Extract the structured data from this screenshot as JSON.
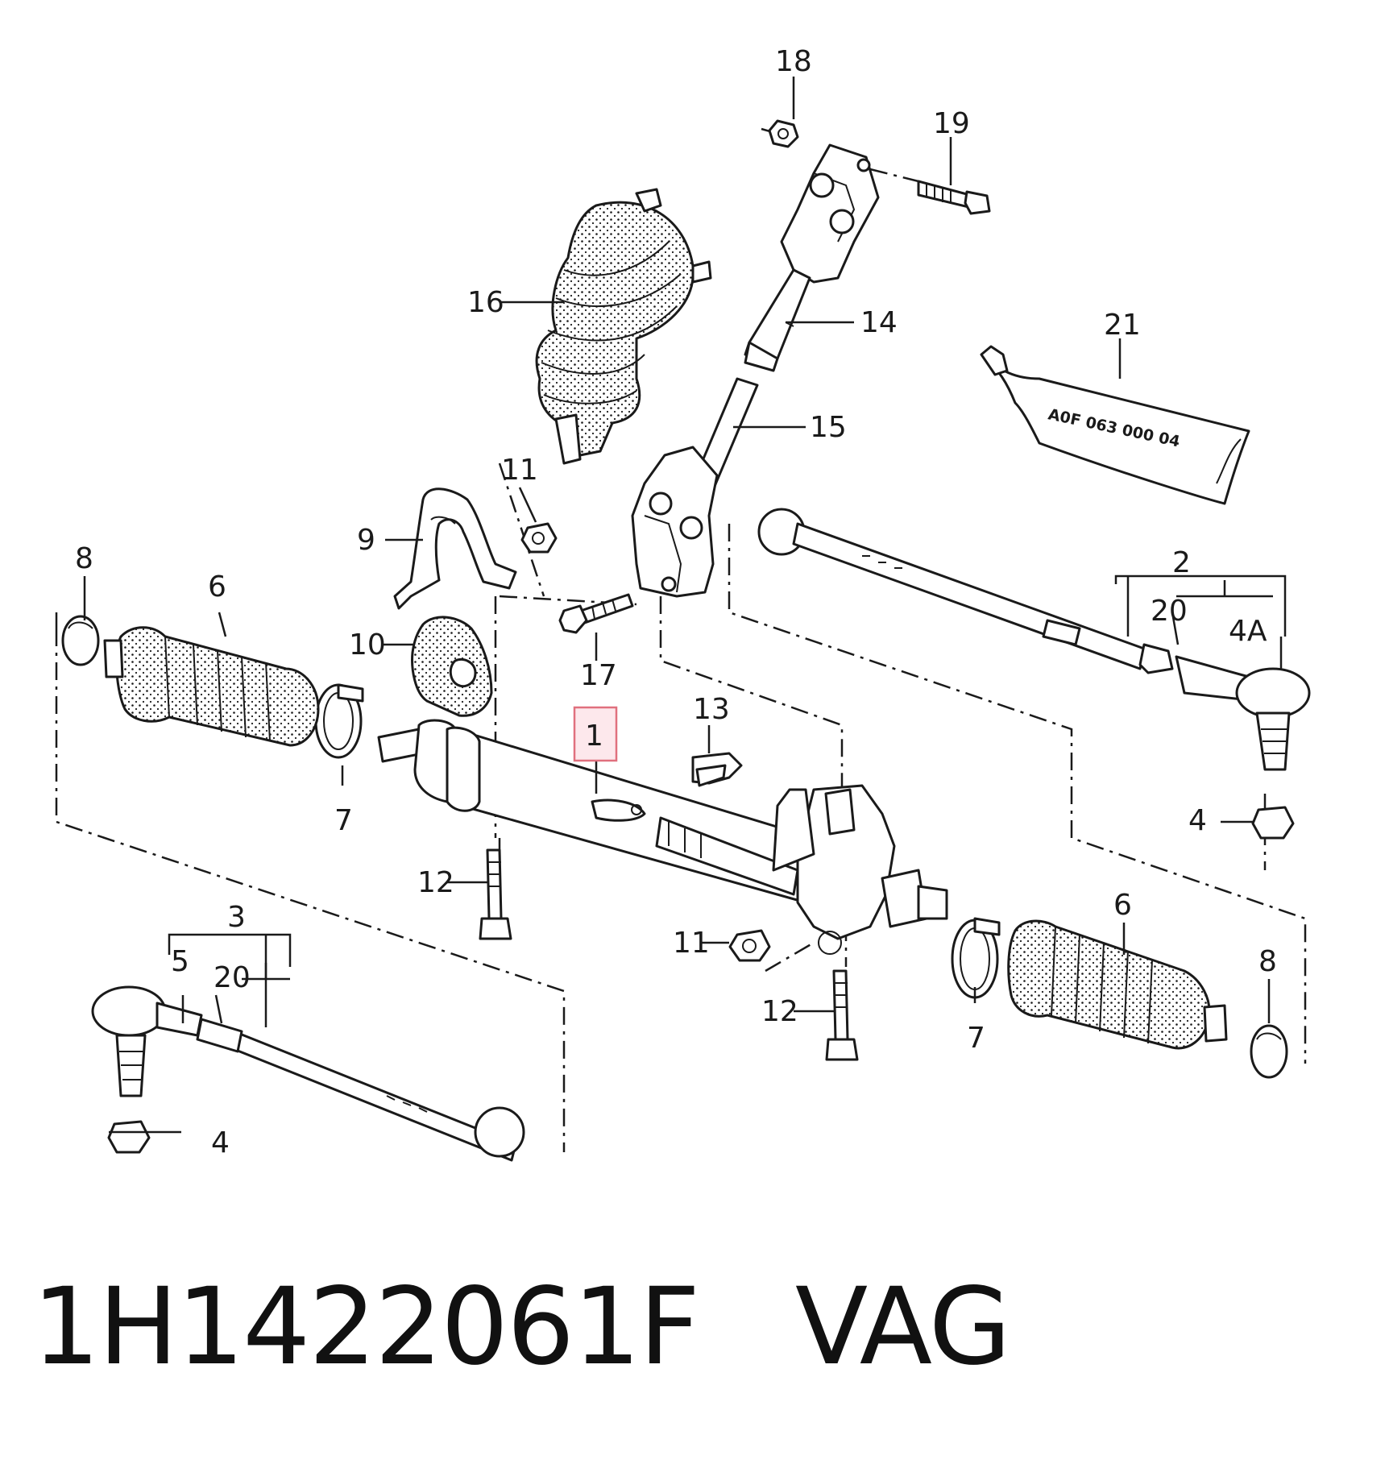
{
  "callouts": {
    "c1": "1",
    "c2": "2",
    "c3": "3",
    "c4a": "4",
    "c4b": "4",
    "c4A": "4A",
    "c5": "5",
    "c6a": "6",
    "c6b": "6",
    "c7a": "7",
    "c7b": "7",
    "c8a": "8",
    "c8b": "8",
    "c9": "9",
    "c10": "10",
    "c11a": "11",
    "c11b": "11",
    "c12a": "12",
    "c12b": "12",
    "c13": "13",
    "c14": "14",
    "c15": "15",
    "c16": "16",
    "c17": "17",
    "c18": "18",
    "c19": "19",
    "c20a": "20",
    "c20b": "20",
    "c21": "21"
  },
  "tube_label": "A0F 063 000 04",
  "footer": {
    "part_number": "1H1422061F",
    "brand": "VAG"
  },
  "highlight_color": "#e0707e"
}
